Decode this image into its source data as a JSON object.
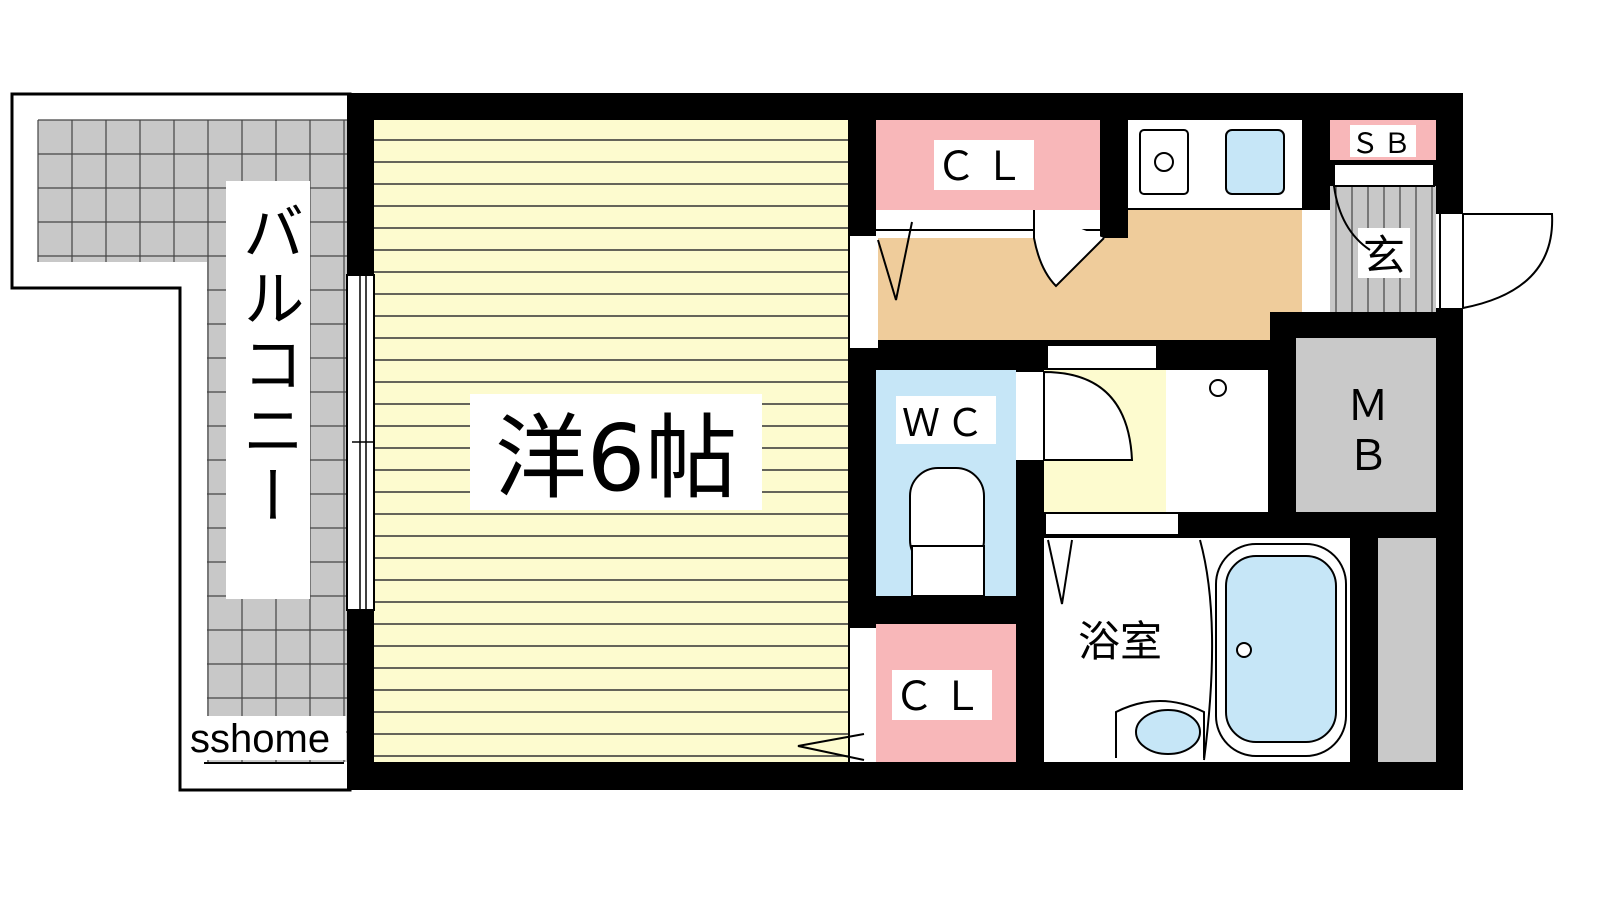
{
  "rooms": {
    "balcony": "バルコニー",
    "western": "洋6帖",
    "cl_top": "ＣＬ",
    "cl_bottom": "ＣＬ",
    "wc": "ＷＣ",
    "bath": "浴室",
    "entrance": "玄",
    "sb": "ＳＢ",
    "mb_top": "Ｍ",
    "mb_bottom": "Ｂ"
  },
  "watermark": "sshome",
  "colors": {
    "wall": "#000000",
    "western_floor": "#fdfbcf",
    "closet": "#f8b7b9",
    "hallway": "#efcc9b",
    "wc": "#c6e6f7",
    "washroom": "#fdfbcf",
    "tile": "#c8c8c8",
    "mb": "#c9c9c9",
    "fixture": "#c6e6f7"
  }
}
